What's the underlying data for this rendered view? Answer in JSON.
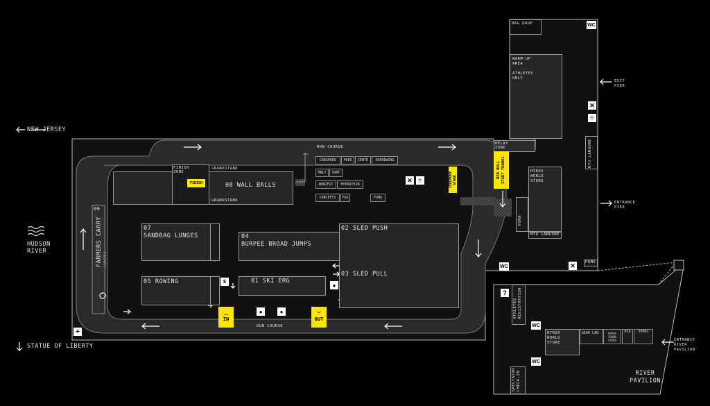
{
  "geo": {
    "new_jersey": "NEW JERSEY",
    "hudson_river": "HUDSON\nRIVER",
    "statue": "STATUE OF LIBERTY",
    "river_pavilion": "RIVER\nPAVILION",
    "exit_pier": "EXIT\nPIER",
    "entrance_pier": "ENTRANCE\nPIER",
    "entrance_river": "ENTRANCE\nRIVER\nPAVILION"
  },
  "course": {
    "run_course_top": "RUN COURSE",
    "run_course_bottom": "RUN COURSE",
    "relay_zone": "RELAY\nZONE",
    "start_tunnel": "RED BULL\nSTART TUNNEL",
    "ceremony_stage": "CEREMONY\nSTAGE",
    "in": "IN",
    "out": "OUT",
    "finish": "FINISH",
    "finish_zone": "FINISH\nZONE",
    "grandstand_top": "GRANDSTAND",
    "grandstand_bottom": "GRANDSTAND"
  },
  "stations": {
    "s08": "08 WALL BALLS",
    "s07": "07\nSANDBAG LUNGES",
    "s06": "06",
    "s06_name": "FARMERS CARRY",
    "s06_sub": "LUNGES",
    "s05": "05 ROWING",
    "s04": "04\nBURPEE BROAD JUMPS",
    "s01": "01 SKI ERG",
    "s02": "02 SLED PUSH",
    "s03": "03 SLED PULL"
  },
  "sponsors": {
    "creapure": "CREAPURE",
    "feed": "FEED",
    "centr": "CENTR",
    "oddrewing": "ODDREWING",
    "mnly": "MNLY",
    "surf": "SURF",
    "amazfit": "AMAZFIT",
    "myprotein": "MYPROTEIN",
    "concept2": "CONCEPT2",
    "fas": "FAS",
    "puma": "PUMA"
  },
  "athlete_area": {
    "bag_drop": "BAG DROP",
    "warmup": "WARM-UP\nAREA\n\nATHLETES\nONLY",
    "nyu_langone_v": "NYU LANGONE",
    "hyrox_store": "HYROX\nWORLD\nSTORE",
    "puma_v": "PUMA",
    "nyu_langone_h": "NYU LANGONE",
    "puma_small": "PUMA"
  },
  "pavilion": {
    "athletes_registration": "ATHLETES\nREGISTRATION",
    "spectator_checkin": "SPECTATOR\nCHECK-IN",
    "hyrox_store": "HYROX\nWORLD\nSTORE",
    "gear_lab": "GEAR LAB",
    "hyrox_young": "HYROX\nYOUNG\nSTARS",
    "hia": "HIA",
    "shokz": "SHOKZ"
  },
  "icons": {
    "wc": "WC",
    "question": "?",
    "dollar": "$",
    "plus": "+"
  },
  "colors": {
    "accent": "#ffe600",
    "track": "#2a2a2a",
    "zone": "#1f1f1f",
    "outline": "#9a9a9a"
  }
}
